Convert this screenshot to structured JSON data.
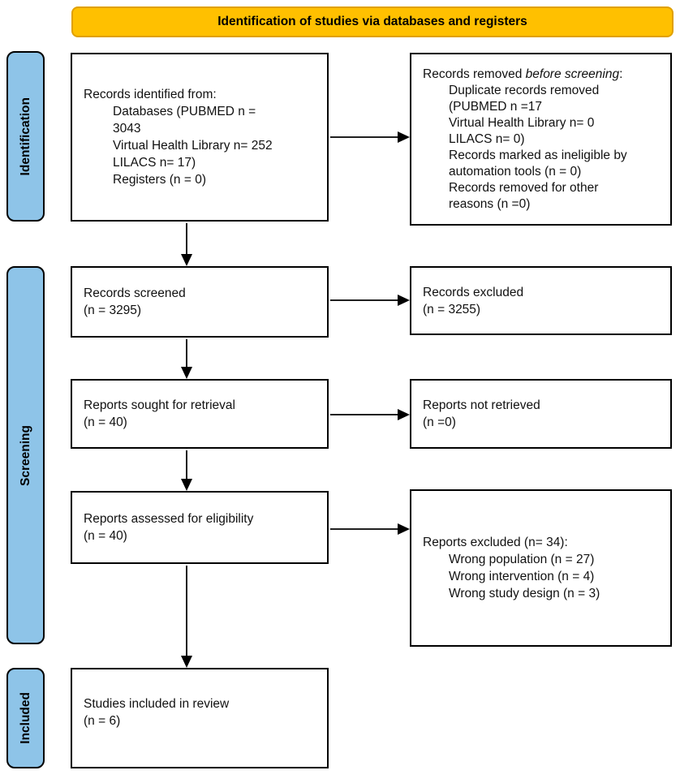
{
  "header": {
    "title": "Identification of studies via databases and registers"
  },
  "colors": {
    "banner_fill": "#FFC000",
    "banner_border": "#E0A000",
    "stage_fill": "#8EC4E8",
    "box_border": "#000000",
    "box_fill": "#FFFFFF",
    "arrow": "#000000"
  },
  "stages": {
    "identification": "Identification",
    "screening": "Screening",
    "included": "Included"
  },
  "boxes": {
    "records_identified": {
      "title": "Records identified from:",
      "lines": [
        "Databases (PUBMED n =",
        "3043",
        "Virtual Health Library n= 252",
        "LILACS n= 17)",
        "Registers (n = 0)"
      ]
    },
    "records_removed": {
      "title_prefix": "Records removed ",
      "title_italic": "before screening",
      "title_suffix": ":",
      "lines": [
        "Duplicate records removed",
        "(PUBMED n =17",
        "Virtual Health Library n= 0",
        "LILACS n= 0)",
        "Records marked as ineligible by",
        "automation tools (n = 0)",
        "Records removed for other",
        "reasons (n =0)"
      ]
    },
    "records_screened": {
      "lines": [
        "Records screened",
        "(n = 3295)"
      ]
    },
    "records_excluded": {
      "lines": [
        "Records excluded",
        "(n = 3255)"
      ]
    },
    "reports_sought": {
      "lines": [
        "Reports sought for retrieval",
        "(n = 40)"
      ]
    },
    "reports_not_retrieved": {
      "lines": [
        "Reports not retrieved",
        "(n =0)"
      ]
    },
    "reports_assessed": {
      "lines": [
        "Reports assessed for eligibility",
        "(n = 40)"
      ]
    },
    "reports_excluded": {
      "title": "Reports excluded (n= 34):",
      "lines": [
        "Wrong population (n = 27)",
        "Wrong intervention (n = 4)",
        "Wrong study design (n = 3)"
      ]
    },
    "studies_included": {
      "lines": [
        "Studies included in review",
        "(n = 6)"
      ]
    }
  }
}
